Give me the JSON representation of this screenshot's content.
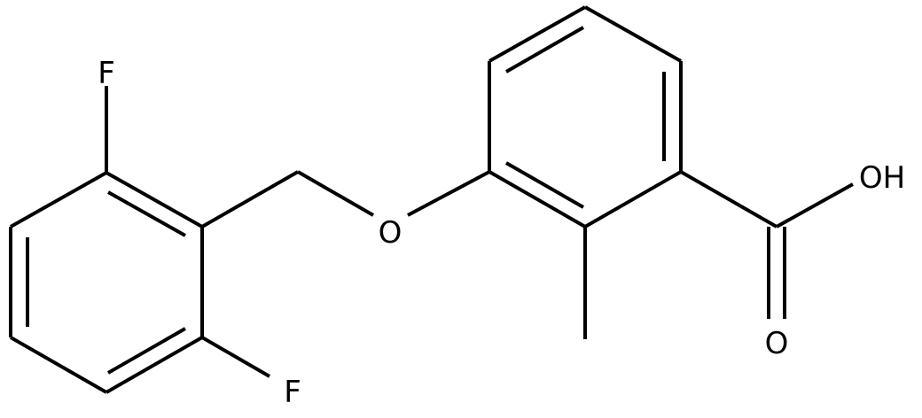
{
  "molecule": {
    "atoms": {
      "fluorine_top": "F",
      "fluorine_bottom": "F",
      "ether_oxygen": "O",
      "hydroxyl": "OH",
      "carbonyl_oxygen": "O"
    },
    "colors": {
      "bond": "#000000",
      "label": "#000000",
      "background": "#ffffff"
    }
  }
}
